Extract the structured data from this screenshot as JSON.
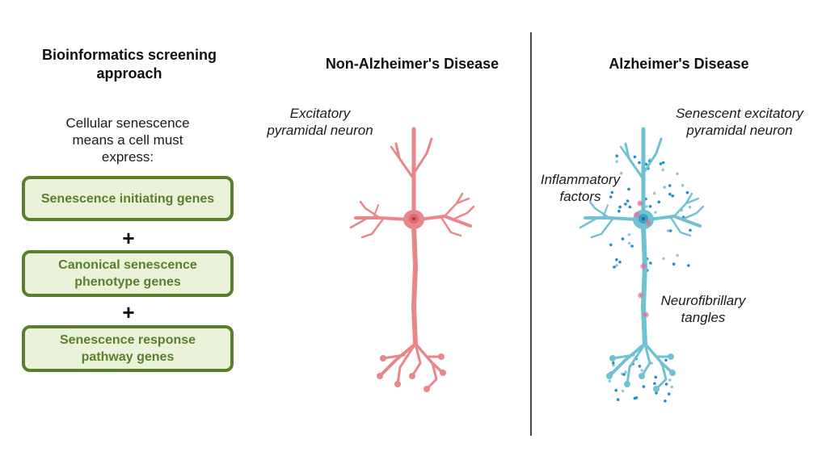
{
  "left_panel": {
    "title": "Bioinformatics screening approach",
    "subtitle": "Cellular senescence means a cell must express:",
    "boxes": [
      {
        "label": "Senescence initiating genes"
      },
      {
        "label": "Canonical senescence phenotype genes"
      },
      {
        "label": "Senescence response pathway genes"
      }
    ],
    "operator": "+"
  },
  "middle_panel": {
    "title": "Non-Alzheimer's Disease",
    "neuron_label": "Excitatory pyramidal neuron",
    "neuron_color": "#e8868a"
  },
  "right_panel": {
    "title": "Alzheimer's Disease",
    "neuron_label": "Senescent excitatory pyramidal neuron",
    "inflammatory_label": "Inflammatory factors",
    "tangles_label": "Neurofibrillary tangles",
    "neuron_color": "#6fc1d3",
    "dot_color": "#1f8fc9",
    "tangle_color": "#d77a9a"
  },
  "colors": {
    "box_border": "#5a7f2b",
    "box_fill": "#eaf3da",
    "divider": "#444444"
  }
}
